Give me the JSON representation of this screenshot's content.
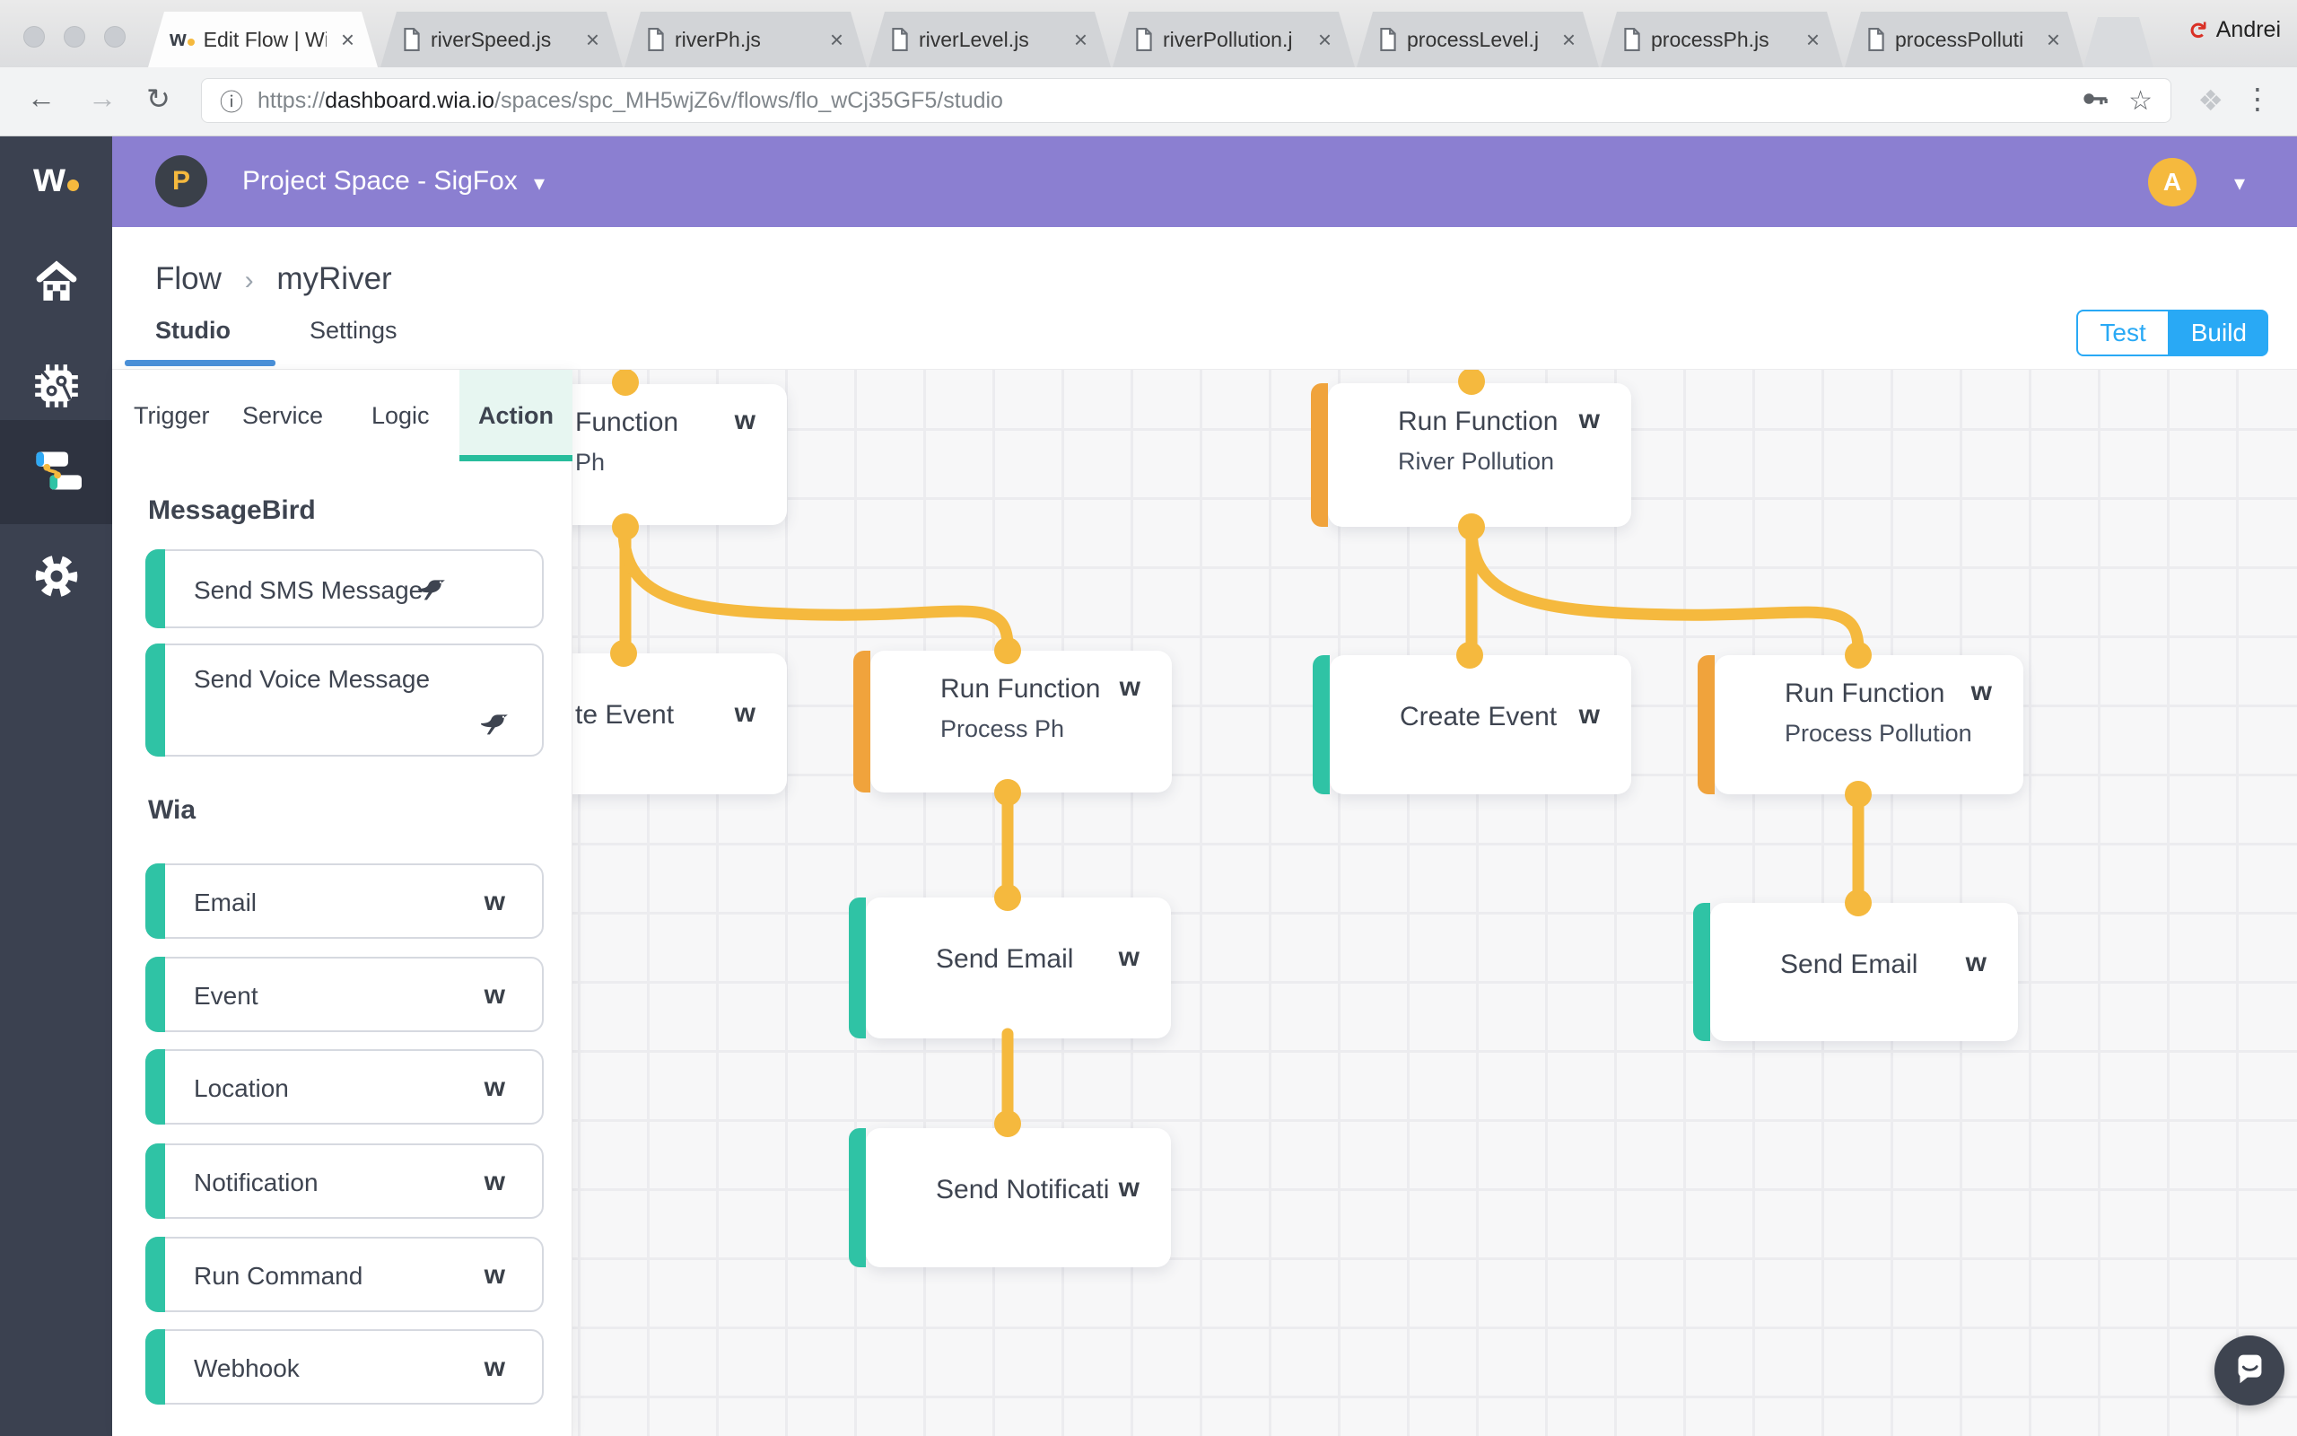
{
  "browser": {
    "tabs": [
      {
        "label": "Edit Flow | Wia",
        "active": true
      },
      {
        "label": "riverSpeed.js"
      },
      {
        "label": "riverPh.js"
      },
      {
        "label": "riverLevel.js"
      },
      {
        "label": "riverPollution.j"
      },
      {
        "label": "processLevel.j"
      },
      {
        "label": "processPh.js"
      },
      {
        "label": "processPolluti"
      }
    ],
    "profile_name": "Andrei",
    "address": {
      "scheme": "https://",
      "host": "dashboard.wia.io",
      "path": "/spaces/spc_MH5wjZ6v/flows/flo_wCj35GF5/studio"
    }
  },
  "icons": {
    "wia_logo": "w",
    "close": "×",
    "back": "←",
    "forward": "→",
    "reload": "↻",
    "info": "ⓘ",
    "star": "☆",
    "dropbox": "❖",
    "overflow": "⋮",
    "caret": "▾",
    "sync_error": "↻"
  },
  "space_header": {
    "project_initial": "P",
    "title": "Project Space - SigFox",
    "user_initial": "A"
  },
  "page_header": {
    "breadcrumb_root": "Flow",
    "breadcrumb_separator": "›",
    "breadcrumb_current": "myRiver",
    "tabs": [
      {
        "label": "Studio",
        "active": true
      },
      {
        "label": "Settings",
        "active": false
      }
    ],
    "test_button": "Test",
    "build_button": "Build"
  },
  "palette": {
    "tabs": [
      {
        "label": "Trigger"
      },
      {
        "label": "Service"
      },
      {
        "label": "Logic"
      },
      {
        "label": "Action",
        "active": true
      }
    ],
    "sections": [
      {
        "title": "MessageBird",
        "items": [
          {
            "label": "Send SMS Message"
          },
          {
            "label": "Send Voice Message"
          }
        ]
      },
      {
        "title": "Wia",
        "items": [
          {
            "label": "Email"
          },
          {
            "label": "Event"
          },
          {
            "label": "Location"
          },
          {
            "label": "Notification"
          },
          {
            "label": "Run Command"
          },
          {
            "label": "Webhook"
          }
        ]
      }
    ]
  },
  "canvas": {
    "nodes": [
      {
        "title": "Function",
        "subtitle": "Ph",
        "accent": "orange",
        "partial": true
      },
      {
        "title": "Run Function",
        "subtitle": "River Pollution",
        "accent": "orange"
      },
      {
        "title": "te Event",
        "accent": "hidden",
        "partial": true
      },
      {
        "title": "Run Function",
        "subtitle": "Process Ph",
        "accent": "orange"
      },
      {
        "title": "Create Event",
        "accent": "teal"
      },
      {
        "title": "Run Function",
        "subtitle": "Process Pollution",
        "accent": "orange"
      },
      {
        "title": "Send Email",
        "accent": "teal"
      },
      {
        "title": "Send Notificati",
        "accent": "teal"
      },
      {
        "title": "Send Email",
        "accent": "teal"
      }
    ]
  },
  "colors": {
    "teal": "#2FC3A5",
    "orange": "#F0A33C",
    "connector": "#F5B93E",
    "purple": "#8B7FD1",
    "blue": "#29A9F5",
    "studio_underline": "#4A90D8",
    "sidebar": "#3B4150"
  }
}
